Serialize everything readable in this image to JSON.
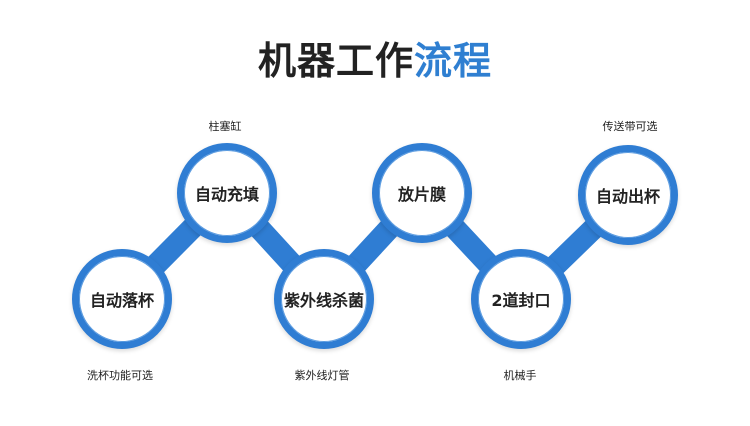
{
  "title": {
    "main": "机器工作",
    "highlight": "流程"
  },
  "colors": {
    "accent": "#2f7dd3",
    "text": "#222222"
  },
  "steps": [
    {
      "label": "自动落杯",
      "note": "洗杯功能可选"
    },
    {
      "label": "自动充填",
      "note": "柱塞缸"
    },
    {
      "label": "紫外线杀菌",
      "note": "紫外线灯管"
    },
    {
      "label": "放片膜",
      "note": ""
    },
    {
      "label": "2道封口",
      "note": "机械手"
    },
    {
      "label": "自动出杯",
      "note": "传送带可选"
    }
  ]
}
